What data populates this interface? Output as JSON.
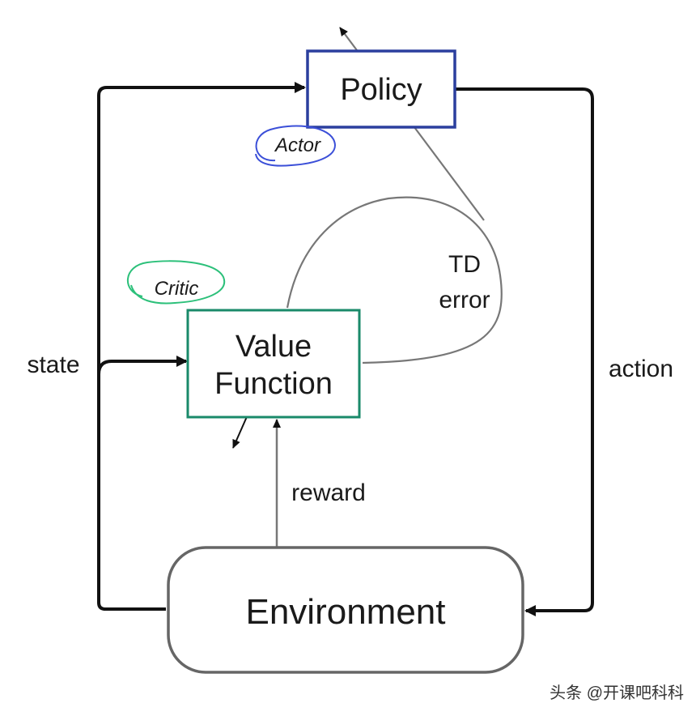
{
  "nodes": {
    "policy": "Policy",
    "value_function_line1": "Value",
    "value_function_line2": "Function",
    "environment": "Environment"
  },
  "annotations": {
    "actor": "Actor",
    "critic": "Critic",
    "td_error_line1": "TD",
    "td_error_line2": "error"
  },
  "edges": {
    "state": "state",
    "action": "action",
    "reward": "reward"
  },
  "watermark": "头条 @开课吧科科",
  "colors": {
    "policy_border": "#2b3f9e",
    "value_border": "#1a8a6a",
    "actor_scribble": "#3b4fd8",
    "critic_scribble": "#2cc07a",
    "line": "#111111",
    "thin_line": "#777777"
  }
}
